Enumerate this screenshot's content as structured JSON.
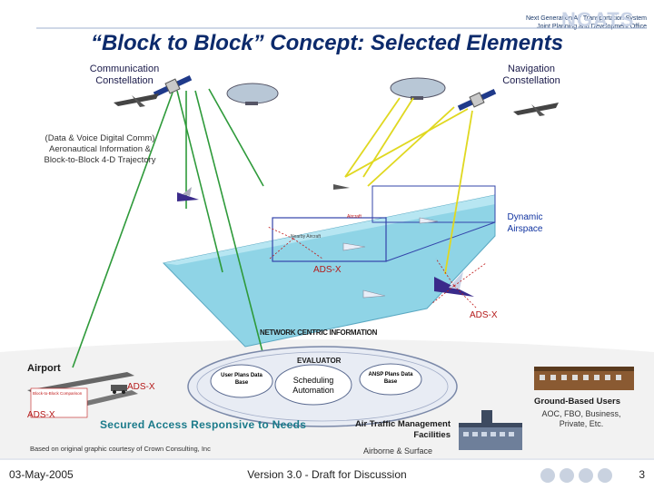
{
  "header": {
    "org_line1": "Next Generation Air Transportation System",
    "org_line2": "Joint Planning and Development Office",
    "logo_text": "NGATS"
  },
  "title": "“Block to Block” Concept: Selected Elements",
  "labels": {
    "communication": "Communication Constellation",
    "navigation": "Navigation Constellation",
    "data_voice": [
      "(Data & Voice Digital Comm)",
      "Aeronautical Information &",
      "Block-to-Block 4-D Trajectory"
    ],
    "dynamic": "Dynamic Airspace",
    "adsx_center": "ADS-X",
    "adsx_right": "ADS-X",
    "adsx_left_upper": "ADS-X",
    "adsx_left_lower": "ADS-X",
    "network": "NETWORK CENTRIC INFORMATION",
    "evaluator": "EVALUATOR",
    "user_plans": "User Plans Data Base",
    "scheduling": "Scheduling Automation",
    "ansp_plans": "ANSP Plans Data Base",
    "airport": "Airport",
    "ground_users": "Ground-Based Users",
    "ground_users_sub": "AOC, FBO, Business, Private, Etc.",
    "secured": "Secured Access Responsive to Needs",
    "atm": "Air Traffic Management Facilities",
    "airborne": "Airborne & Surface",
    "based_on": "Based on original graphic courtesy of Crown Consulting, Inc",
    "small_box_1": "Nearby Aircraft",
    "small_box_2": "Aircraft",
    "airport_box": "Block-to-Block Comparison"
  },
  "footer": {
    "date": "03-May-2005",
    "version": "Version 3.0 - Draft for Discussion",
    "page": "3"
  },
  "colors": {
    "title": "#0c2a6b",
    "green_link": "#2e9a3a",
    "yellow_link": "#e8e030",
    "wedge": "#8fd4e6",
    "dynamic_box": "#3344aa",
    "adsx": "#c01818",
    "oval": "#e8ecf4"
  }
}
